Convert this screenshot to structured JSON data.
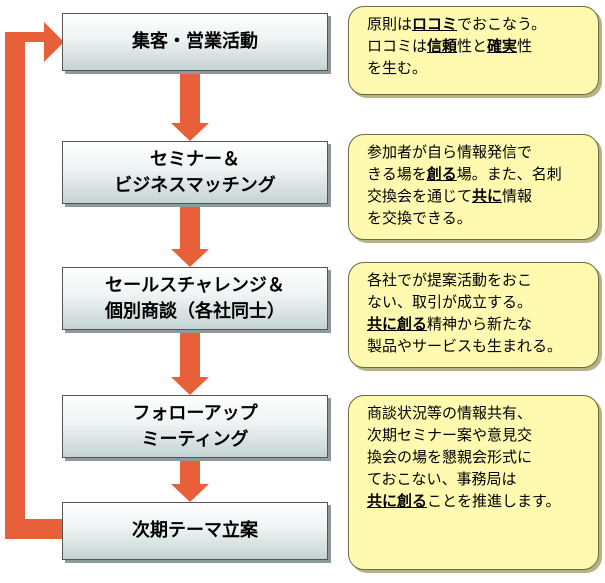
{
  "colors": {
    "arrow": "#e8603a",
    "note_fill": "#fffab0",
    "step_gradient_top": "#ffffff",
    "step_gradient_bottom": "#c6d3d3"
  },
  "steps": [
    {
      "lines": [
        "集客・営業活動"
      ]
    },
    {
      "lines": [
        "セミナー＆",
        "ビジネスマッチング"
      ]
    },
    {
      "lines": [
        "セールスチャレンジ＆",
        "個別商談（各社同士）"
      ]
    },
    {
      "lines": [
        "フォローアップ",
        "ミーティング"
      ]
    },
    {
      "lines": [
        "次期テーマ立案"
      ]
    }
  ],
  "notes": [
    {
      "lines": [
        [
          {
            "t": "原則は"
          },
          {
            "t": "ロコミ",
            "e": true
          },
          {
            "t": "でおこなう。"
          }
        ],
        [
          {
            "t": "ロコミは"
          },
          {
            "t": "信頼",
            "e": true
          },
          {
            "t": "性と"
          },
          {
            "t": "確実",
            "e": true
          },
          {
            "t": "性"
          }
        ],
        [
          {
            "t": "を生む。"
          }
        ]
      ]
    },
    {
      "lines": [
        [
          {
            "t": "参加者が自ら情報発信で"
          }
        ],
        [
          {
            "t": "きる場を"
          },
          {
            "t": "創る",
            "e": true
          },
          {
            "t": "場。また、名刺"
          }
        ],
        [
          {
            "t": "交換会を通じて"
          },
          {
            "t": "共に",
            "e": true
          },
          {
            "t": "情報"
          }
        ],
        [
          {
            "t": "を交換できる。"
          }
        ]
      ]
    },
    {
      "lines": [
        [
          {
            "t": "各社でが提案活動をおこ"
          }
        ],
        [
          {
            "t": "ない、取引が成立する。"
          }
        ],
        [
          {
            "t": "共に創る",
            "e": true
          },
          {
            "t": "精神から新たな"
          }
        ],
        [
          {
            "t": "製品やサービスも生まれる。"
          }
        ]
      ]
    },
    {
      "lines": [
        [
          {
            "t": "商談状況等の情報共有、"
          }
        ],
        [
          {
            "t": "次期セミナー案や意見交"
          }
        ],
        [
          {
            "t": "換会の場を懇親会形式に"
          }
        ],
        [
          {
            "t": "ておこない、事務局は"
          }
        ],
        [
          {
            "t": "共に創る",
            "e": true
          },
          {
            "t": "ことを推進します。"
          }
        ]
      ]
    }
  ]
}
